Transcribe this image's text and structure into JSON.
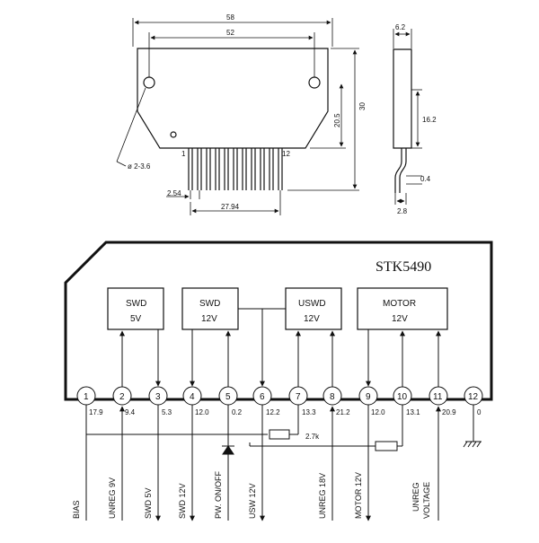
{
  "package": {
    "width_outer": "58",
    "width_holes": "52",
    "height_total": "30",
    "height_body": "20.5",
    "hole_dia": "ø 2-3.6",
    "pitch": "2.54",
    "pin_span": "27.94",
    "pin1": "1",
    "pin12": "12"
  },
  "side": {
    "thickness": "6.2",
    "body_h": "16.2",
    "lead_t": "0.4",
    "lead_w": "2.8"
  },
  "schematic": {
    "title": "STK5490",
    "resistor1": "2.7k",
    "blocks": [
      {
        "line1": "SWD",
        "line2": "5V"
      },
      {
        "line1": "SWD",
        "line2": "12V"
      },
      {
        "line1": "USWD",
        "line2": "12V"
      },
      {
        "line1": "MOTOR",
        "line2": "12V"
      }
    ],
    "pins": [
      {
        "num": "1",
        "volt": "17.9"
      },
      {
        "num": "2",
        "volt": "9.4"
      },
      {
        "num": "3",
        "volt": "5.3"
      },
      {
        "num": "4",
        "volt": "12.0"
      },
      {
        "num": "5",
        "volt": "0.2"
      },
      {
        "num": "6",
        "volt": "12.2"
      },
      {
        "num": "7",
        "volt": "13.3"
      },
      {
        "num": "8",
        "volt": "21.2"
      },
      {
        "num": "9",
        "volt": "12.0"
      },
      {
        "num": "10",
        "volt": "13.1"
      },
      {
        "num": "11",
        "volt": "20.9"
      },
      {
        "num": "12",
        "volt": "0"
      }
    ],
    "signals": {
      "bias": "BIAS",
      "unreg9": "UNREG 9V",
      "swd5": "SWD 5V",
      "swd12": "SWD 12V",
      "pwonoff": "PW. ON/OFF",
      "usw12": "USW 12V",
      "unreg18": "UNREG 18V",
      "motor12": "MOTOR 12V",
      "unreg_a": "UNREG",
      "unreg_b": "VOLTAGE"
    }
  }
}
